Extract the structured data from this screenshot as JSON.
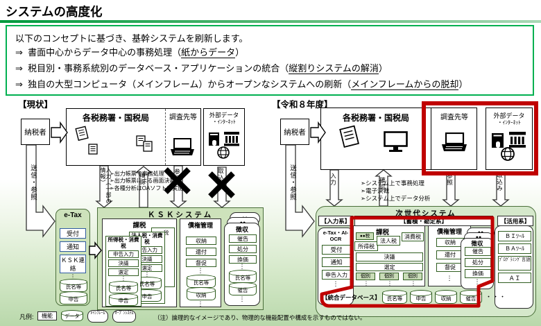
{
  "title": "システムの高度化",
  "concept": {
    "intro": "以下のコンセプトに基づき、基幹システムを刷新します。",
    "mark": "⇒",
    "items": [
      {
        "pre": "書面中心からデータ中心の事務処理（",
        "u": "紙からデータ",
        "post": "）"
      },
      {
        "pre": "税目別・事務系統別のデータベース・アプリケーションの統合（",
        "u": "縦割りシステムの解消",
        "post": "）"
      },
      {
        "pre": "独自の大型コンピュータ（メインフレーム）からオープンなシステムへの刷新（",
        "u": "メインフレームからの脱却",
        "post": "）"
      }
    ]
  },
  "current": {
    "heading": "【現状】",
    "taxpayer": "納税者",
    "send_label": "送信・参照",
    "office_title": "各税務署・国税局",
    "survey_title": "調査先等",
    "external_title_1": "外部データ",
    "external_title_2": "・ｲﾝﾀｰﾈｯﾄ",
    "arrow_input": "入力（一部の情報）",
    "arrow_confirm": "確認",
    "arrow_refer": "参照",
    "arrow_import": "取込み",
    "bullet_mark": "➣",
    "bullets": [
      "出力帳票で事務処理",
      "出力帳票による画面決裁",
      "各種分析はOAソフトで実施"
    ],
    "dots": "⋮",
    "etax": {
      "title": "e-Tax",
      "funcs": [
        "受付",
        "通知",
        "ＫＳＫ連絡"
      ],
      "cyls": [
        "氏名等",
        "申告"
      ]
    },
    "ksk": {
      "title": "ＫＳＫシステム",
      "kazei": {
        "title": "課税",
        "back_label": "●●税",
        "card_mid": {
          "title": "法人税・消費税",
          "funcs": [
            "申告入力",
            "決議",
            "選定"
          ],
          "cyls": [
            "氏名等",
            "申告"
          ]
        },
        "card_front": {
          "title": "所得税・消費税",
          "funcs": [
            "申告入力",
            "決議",
            "選定"
          ],
          "cyls": [
            "氏名等",
            "申告"
          ]
        }
      },
      "saiken": {
        "title": "債権管理",
        "funcs": [
          "収納",
          "還付",
          "督促"
        ],
        "cyls": [
          "氏名等",
          "収納"
        ]
      },
      "choshu": {
        "title": "徴収",
        "people": "●●",
        "funcs": [
          "催告",
          "処分",
          "換価"
        ],
        "cyls": [
          "氏名等",
          "催告"
        ]
      }
    }
  },
  "future": {
    "heading": "【令和８年度】",
    "taxpayer": "納税者",
    "send_label": "送信・参照",
    "office_title": "各税務署・国税局",
    "survey_title": "調査先等",
    "external_title_1": "外部データ",
    "external_title_2": "・ｲﾝﾀｰﾈｯﾄ",
    "arrow_input": "入力",
    "arrow_confirm": "確認",
    "arrow_refer": "参照",
    "arrow_import": "取込み",
    "bullet_mark": "➣",
    "bullets": [
      "システム上で事務処理",
      "電子決裁",
      "システム上でデータ分析"
    ],
    "dots": "⋮",
    "nextgen": {
      "title": "次世代システム",
      "sec_input": "【入力系】",
      "sec_storage": "【蓄積・勘定系】",
      "sec_use": "【活用系】",
      "input": {
        "title": "e-Tax・AI-OCR",
        "funcs": [
          "受付",
          "通知",
          "申告入力"
        ]
      },
      "kazei": {
        "title": "課税",
        "back_label": "●●税",
        "tax_boxes": [
          "所得税",
          "法人税",
          "消費税"
        ],
        "wide": [
          "決議",
          "選定"
        ],
        "indiv": [
          "個別",
          "個別",
          "個別"
        ]
      },
      "saiken": {
        "title": "債権管理",
        "funcs": [
          "収納",
          "還付",
          "督促"
        ]
      },
      "choshu": {
        "title": "徴収",
        "people": "●●",
        "funcs": [
          "催告",
          "処分",
          "換価"
        ]
      },
      "db": {
        "label": "【統合データベース】",
        "cyls": [
          "氏名等",
          "申告",
          "収納",
          "催告"
        ],
        "more": "・・・"
      },
      "use": {
        "items": [
          "ＢＩﾂｰﾙ",
          "ＢＡﾂｰﾙ",
          "ﾌﾟﾛｸﾞﾗﾐﾝｸﾞ言語",
          "ＡＩ"
        ]
      }
    }
  },
  "legend": {
    "label": "凡例:",
    "func": "機能",
    "data": "データ",
    "mainframe": "ﾒｲﾝﾌﾚｰﾑ",
    "open": "ｵｰﾌﾟﾝｼｽﾃﾑ"
  },
  "note": "（注）論理的なイメージであり、物理的な機能配置や構成を示すものではない。",
  "colors": {
    "accent_green": "#00b050",
    "panel_green": "#cde2bb",
    "dark_green": "#456f33",
    "blue_border": "#2e5aa0",
    "highlight_red": "#c00000"
  }
}
